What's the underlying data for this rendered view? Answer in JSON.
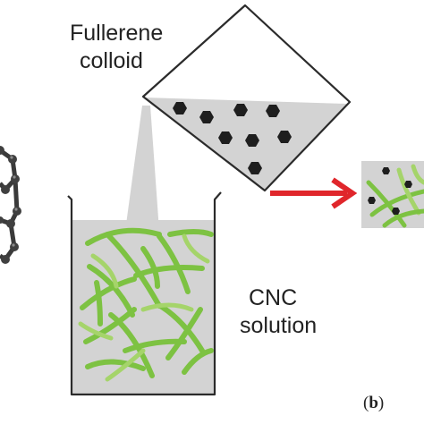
{
  "labels": {
    "fullerene_line1": "Fullerene",
    "fullerene_line2": "colloid",
    "cnc_line1": "CNC",
    "cnc_line2": "solution",
    "panel_open": "(",
    "panel_letter": "b",
    "panel_close": ")"
  },
  "colors": {
    "fiber": "#7dc242",
    "fiber_light": "#a5d46a",
    "liquid": "#d3d3d3",
    "fullerene": "#1e1e1e",
    "arrow": "#e0262b",
    "outline": "#2b2b2b",
    "molecule": "#4a4a4a"
  },
  "icons": [
    "fullerene-molecule-icon",
    "beaker-icon",
    "pouring-container-icon",
    "red-arrow-icon",
    "product-composite-icon"
  ]
}
